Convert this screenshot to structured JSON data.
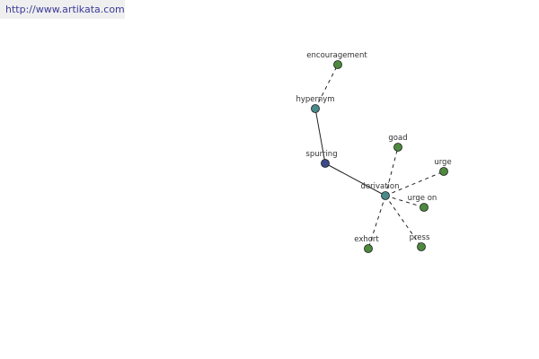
{
  "header": {
    "url": "http://www.artikata.com"
  },
  "graph": {
    "nodes": [
      {
        "id": "encouragement",
        "label": "encouragement",
        "color": "#4e8a3e"
      },
      {
        "id": "hypernym",
        "label": "hypernym",
        "color": "#4a8a8a"
      },
      {
        "id": "spurring",
        "label": "spurring",
        "color": "#3d4a8a"
      },
      {
        "id": "derivation",
        "label": "derivation",
        "color": "#4a8a8a"
      },
      {
        "id": "goad",
        "label": "goad",
        "color": "#4e8a3e"
      },
      {
        "id": "urge",
        "label": "urge",
        "color": "#4e8a3e"
      },
      {
        "id": "urge-on",
        "label": "urge on",
        "color": "#4e8a3e"
      },
      {
        "id": "press",
        "label": "press",
        "color": "#4e8a3e"
      },
      {
        "id": "exhort",
        "label": "exhort",
        "color": "#4e8a3e"
      }
    ],
    "edges": [
      {
        "from": "hypernym",
        "to": "encouragement",
        "style": "dashed"
      },
      {
        "from": "spurring",
        "to": "hypernym",
        "style": "solid"
      },
      {
        "from": "spurring",
        "to": "derivation",
        "style": "solid"
      },
      {
        "from": "derivation",
        "to": "goad",
        "style": "dashed"
      },
      {
        "from": "derivation",
        "to": "urge",
        "style": "dashed"
      },
      {
        "from": "derivation",
        "to": "urge-on",
        "style": "dashed"
      },
      {
        "from": "derivation",
        "to": "press",
        "style": "dashed"
      },
      {
        "from": "derivation",
        "to": "exhort",
        "style": "dashed"
      }
    ]
  }
}
